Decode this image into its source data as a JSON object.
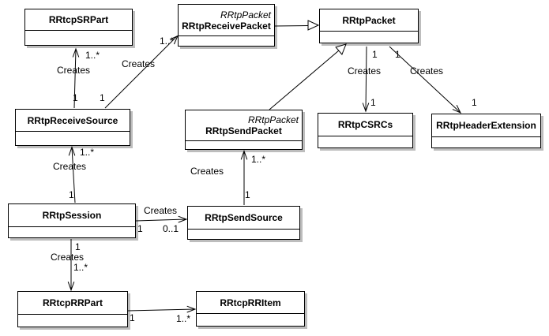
{
  "diagram_type": "uml-class-diagram",
  "colors": {
    "line": "#000000",
    "box_fill": "#ffffff",
    "box_border": "#000000",
    "box_shadow": "#bdbdbd",
    "background": "#ffffff"
  },
  "classes": {
    "srpart": {
      "name": "RRtcpSRPart"
    },
    "receive_packet": {
      "name": "RRtpReceivePacket",
      "parent": "RRtpPacket"
    },
    "packet": {
      "name": "RRtpPacket"
    },
    "receive_source": {
      "name": "RRtpReceiveSource"
    },
    "send_packet": {
      "name": "RRtpSendPacket",
      "parent": "RRtpPacket"
    },
    "csrcs": {
      "name": "RRtpCSRCs"
    },
    "header_extension": {
      "name": "RRtpHeaderExtension"
    },
    "session": {
      "name": "RRtpSession"
    },
    "send_source": {
      "name": "RRtpSendSource"
    },
    "rrpart": {
      "name": "RRtcpRRPart"
    },
    "rritem": {
      "name": "RRtcpRRItem"
    }
  },
  "edges": {
    "receive_source_to_srpart": {
      "type": "association",
      "from": "RRtpReceiveSource",
      "to": "RRtcpSRPart",
      "label": "Creates",
      "source_mult": "1",
      "target_mult": "1..*"
    },
    "receive_source_to_receive_packet": {
      "type": "association",
      "from": "RRtpReceiveSource",
      "to": "RRtpReceivePacket",
      "label": "Creates",
      "source_mult": "1",
      "target_mult": "1..*"
    },
    "receive_packet_to_packet": {
      "type": "generalization",
      "from": "RRtpReceivePacket",
      "to": "RRtpPacket"
    },
    "send_packet_to_packet": {
      "type": "generalization",
      "from": "RRtpSendPacket",
      "to": "RRtpPacket"
    },
    "packet_to_csrcs": {
      "type": "association",
      "from": "RRtpPacket",
      "to": "RRtpCSRCs",
      "label": "Creates",
      "source_mult": "1",
      "target_mult": "1"
    },
    "packet_to_header_extension": {
      "type": "association",
      "from": "RRtpPacket",
      "to": "RRtpHeaderExtension",
      "label": "Creates",
      "source_mult": "1",
      "target_mult": "1"
    },
    "session_to_receive_source": {
      "type": "association",
      "from": "RRtpSession",
      "to": "RRtpReceiveSource",
      "label": "Creates",
      "source_mult": "1",
      "target_mult": "1..*"
    },
    "send_source_to_send_packet": {
      "type": "association",
      "from": "RRtpSendSource",
      "to": "RRtpSendPacket",
      "label": "Creates",
      "source_mult": "1",
      "target_mult": "1..*"
    },
    "session_to_send_source": {
      "type": "association",
      "from": "RRtpSession",
      "to": "RRtpSendSource",
      "label": "Creates",
      "source_mult": "1",
      "target_mult": "0..1"
    },
    "session_to_rrpart": {
      "type": "association",
      "from": "RRtpSession",
      "to": "RRtcpRRPart",
      "label": "Creates",
      "source_mult": "1",
      "target_mult": "1..*"
    },
    "rrpart_to_rritem": {
      "type": "association",
      "from": "RRtcpRRPart",
      "to": "RRtcpRRItem",
      "source_mult": "1",
      "target_mult": "1..*"
    }
  }
}
